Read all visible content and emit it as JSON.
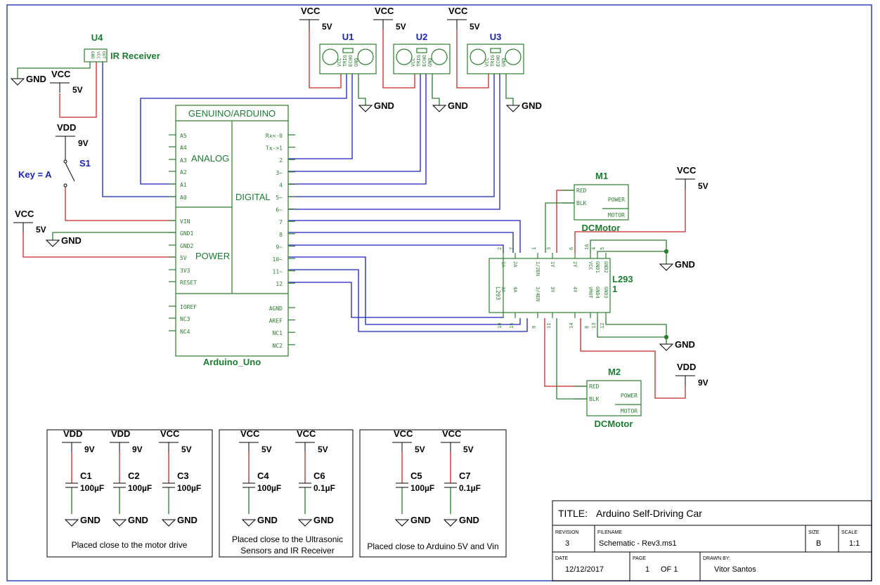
{
  "power": {
    "vcc": "VCC",
    "vdd": "VDD",
    "gnd": "GND",
    "v5": "5V",
    "v9": "9V"
  },
  "sensors": {
    "u1": "U1",
    "u2": "U2",
    "u3": "U3",
    "u4": "U4",
    "ir_label": "IR Receiver",
    "pins": [
      "VCC",
      "TRIG",
      "ECHO",
      "GND"
    ],
    "ir_pins": [
      "GND",
      "VCC",
      "OUT"
    ]
  },
  "switch": {
    "ref": "S1",
    "key": "Key = A"
  },
  "arduino": {
    "header": "GENUINO/ARDUINO",
    "name": "Arduino_Uno",
    "analog_label": "ANALOG",
    "digital_label": "DIGITAL",
    "power_label": "POWER",
    "left_pins_analog": [
      "A5",
      "A4",
      "A3",
      "A2",
      "A1",
      "A0"
    ],
    "left_pins_power": [
      "VIN",
      "GND1",
      "GND2",
      "5V",
      "3V3",
      "RESET"
    ],
    "left_pins_misc": [
      "IOREF",
      "NC3",
      "NC4"
    ],
    "right_pins_digital": [
      "Rx<-0",
      "Tx->1",
      "2",
      "3~",
      "4",
      "5~",
      "6~",
      "7",
      "8",
      "9~",
      "10~",
      "11~",
      "12"
    ],
    "right_pins_misc": [
      "AGND",
      "AREF",
      "NC1",
      "NC2"
    ]
  },
  "driver": {
    "ref_top": "L293",
    "ref_bottom": "1",
    "vert_label": "L293",
    "top_pins": [
      "2",
      "7",
      "1",
      "3",
      "6",
      "16",
      "4",
      "5"
    ],
    "top_labels": [
      "1A",
      "2A",
      "1/2EN",
      "1Y",
      "2Y",
      "VCC",
      "GND1",
      "GND2"
    ],
    "bottom_pins": [
      "10",
      "15",
      "9",
      "11",
      "14",
      "8",
      "13",
      "12"
    ],
    "bottom_labels": [
      "3A",
      "4A",
      "3/4EN",
      "3Y",
      "4Y",
      "VMOT",
      "GND4",
      "GND3"
    ]
  },
  "motors": [
    {
      "ref": "M1",
      "name": "DCMotor",
      "red": "RED",
      "blk": "BLK",
      "power": "POWER",
      "motor": "MOTOR"
    },
    {
      "ref": "M2",
      "name": "DCMotor",
      "red": "RED",
      "blk": "BLK",
      "power": "POWER",
      "motor": "MOTOR"
    }
  ],
  "caps": [
    {
      "ref": "C1",
      "value": "100µF",
      "supply": "VDD",
      "volt": "9V"
    },
    {
      "ref": "C2",
      "value": "100µF",
      "supply": "VDD",
      "volt": "9V"
    },
    {
      "ref": "C3",
      "value": "100µF",
      "supply": "VCC",
      "volt": "5V"
    },
    {
      "ref": "C4",
      "value": "100µF",
      "supply": "VCC",
      "volt": "5V"
    },
    {
      "ref": "C6",
      "value": "0.1µF",
      "supply": "VCC",
      "volt": "5V"
    },
    {
      "ref": "C5",
      "value": "100µF",
      "supply": "VCC",
      "volt": "5V"
    },
    {
      "ref": "C7",
      "value": "0.1µF",
      "supply": "VCC",
      "volt": "5V"
    }
  ],
  "notes": {
    "box1": "Placed close to the motor drive",
    "box2_l1": "Placed close to the Ultrasonic",
    "box2_l2": "Sensors and IR Receiver",
    "box3": "Placed close to Arduino 5V and Vin"
  },
  "title_block": {
    "title_key": "TITLE:",
    "title": "Arduino Self-Driving Car",
    "revision_h": "REVISION",
    "revision": "3",
    "filename_h": "FILENAME",
    "filename": "Schematic - Rev3.ms1",
    "size_h": "SIZE",
    "size": "B",
    "scale_h": "SCALE",
    "scale": "1:1",
    "date_h": "DATE",
    "date": "12/12/2017",
    "page_h": "PAGE",
    "page": "1",
    "page_of": "OF 1",
    "drawn_h": "DRAWN BY:",
    "drawn": "Vitor Santos"
  }
}
